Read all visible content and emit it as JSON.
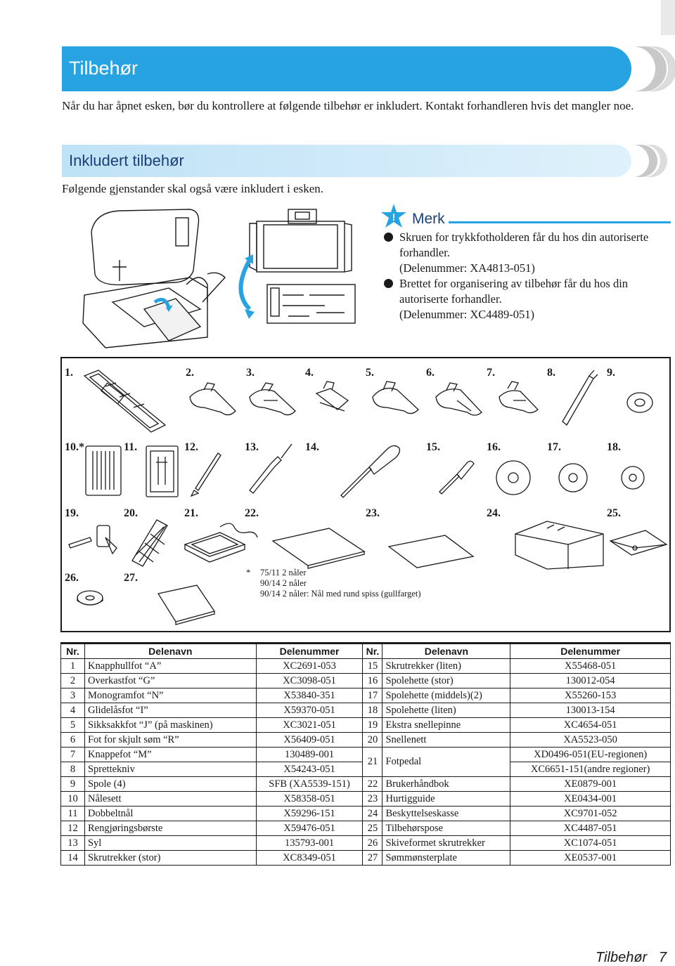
{
  "header": {
    "title": "Tilbehør",
    "intro": "Når du har åpnet esken, bør du kontrollere at følgende tilbehør er inkludert. Kontakt forhandleren hvis det mangler noe."
  },
  "included": {
    "title": "Inkludert tilbehør",
    "subtitle": "Følgende gjenstander skal også være inkludert i esken."
  },
  "note": {
    "title": "Merk",
    "items": [
      {
        "text": "Skruen for trykkfotholderen får du hos din autoriserte forhandler.",
        "part": "(Delenummer: XA4813-051)"
      },
      {
        "text": "Brettet for organisering av tilbehør får du hos din autoriserte forhandler.",
        "part": "(Delenummer: XC4489-051)"
      }
    ]
  },
  "accessory_numbers": [
    "1.",
    "2.",
    "3.",
    "4.",
    "5.",
    "6.",
    "7.",
    "8.",
    "9.",
    "10.*",
    "11.",
    "12.",
    "13.",
    "14.",
    "15.",
    "16.",
    "17.",
    "18.",
    "19.",
    "20.",
    "21.",
    "22.",
    "23.",
    "24.",
    "25.",
    "26.",
    "27."
  ],
  "footnote": {
    "mark": "*",
    "lines": [
      "75/11 2 nåler",
      "90/14 2 nåler",
      "90/14 2 nåler: Nål med rund spiss (gullfarget)"
    ]
  },
  "table": {
    "headers": [
      "Nr.",
      "Delenavn",
      "Delenummer",
      "Nr.",
      "Delenavn",
      "Delenummer"
    ],
    "left": [
      [
        "1",
        "Knapphullfot “A”",
        "XC2691-053"
      ],
      [
        "2",
        "Overkastfot “G”",
        "XC3098-051"
      ],
      [
        "3",
        "Monogramfot “N”",
        "X53840-351"
      ],
      [
        "4",
        "Glidelåsfot “I”",
        "X59370-051"
      ],
      [
        "5",
        "Sikksakkfot “J” (på maskinen)",
        "XC3021-051"
      ],
      [
        "6",
        "Fot for skjult søm “R”",
        "X56409-051"
      ],
      [
        "7",
        "Knappefot “M”",
        "130489-001"
      ],
      [
        "8",
        "Sprettekniv",
        "X54243-051"
      ],
      [
        "9",
        "Spole (4)",
        "SFB (XA5539-151)"
      ],
      [
        "10",
        "Nålesett",
        "X58358-051"
      ],
      [
        "11",
        "Dobbeltnål",
        "X59296-151"
      ],
      [
        "12",
        "Rengjøringsbørste",
        "X59476-051"
      ],
      [
        "13",
        "Syl",
        "135793-001"
      ],
      [
        "14",
        "Skrutrekker (stor)",
        "XC8349-051"
      ]
    ],
    "right": [
      [
        "15",
        "Skrutrekker (liten)",
        "X55468-051"
      ],
      [
        "16",
        "Spolehette (stor)",
        "130012-054"
      ],
      [
        "17",
        "Spolehette (middels)(2)",
        "X55260-153"
      ],
      [
        "18",
        "Spolehette (liten)",
        "130013-154"
      ],
      [
        "19",
        "Ekstra snellepinne",
        "XC4654-051"
      ],
      [
        "20",
        "Snellenett",
        "XA5523-050"
      ],
      [
        "21",
        "Fotpedal",
        "XD0496-051(EU-regionen)",
        "XC6651-151(andre regioner)"
      ],
      [
        "22",
        "Brukerhåndbok",
        "XE0879-001"
      ],
      [
        "23",
        "Hurtigguide",
        "XE0434-001"
      ],
      [
        "24",
        "Beskyttelseskasse",
        "XC9701-052"
      ],
      [
        "25",
        "Tilbehørspose",
        "XC4487-051"
      ],
      [
        "26",
        "Skiveformet skrutrekker",
        "XC1074-051"
      ],
      [
        "27",
        "Sømmønsterplate",
        "XE0537-001"
      ]
    ]
  },
  "footer": {
    "section": "Tilbehør",
    "page": "7"
  },
  "colors": {
    "accent": "#27a3e2",
    "accent_light": "#cde9f8",
    "heading_dark": "#1b3f77"
  }
}
